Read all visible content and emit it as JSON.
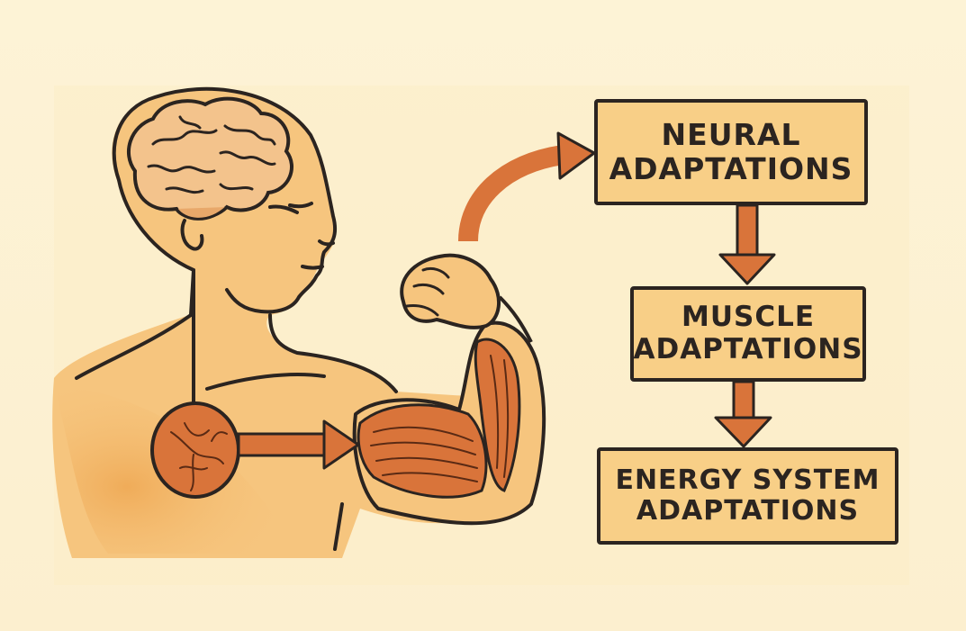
{
  "diagram": {
    "boxes": [
      {
        "id": "neural",
        "label": "NEURAL\nADAPTATIONS"
      },
      {
        "id": "muscle",
        "label": "MUSCLE\nADAPTATIONS"
      },
      {
        "id": "energy",
        "label": "ENERGY SYSTEM\nADAPTATIONS"
      }
    ],
    "flow": [
      "neural",
      "muscle",
      "energy"
    ]
  },
  "colors": {
    "background": "#fdf3d6",
    "skin": "#f6c57e",
    "skin_shadow": "#efae5c",
    "brain": "#f3c38c",
    "muscle": "#d9743a",
    "arrow": "#d9743a",
    "box_fill": "#f8cf87",
    "outline": "#2b2420"
  },
  "icons": [
    "brain-icon",
    "human-head-icon",
    "flexed-bicep-icon",
    "heart-icon",
    "arrow-icon"
  ]
}
